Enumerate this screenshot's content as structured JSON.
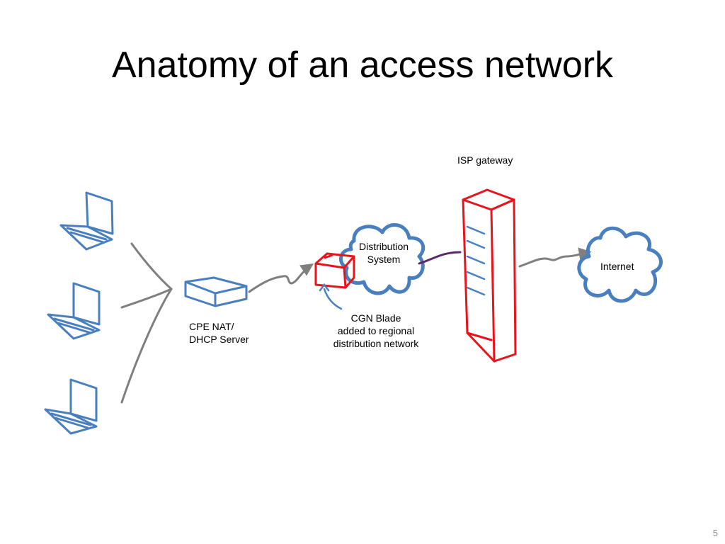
{
  "slide": {
    "title": "Anatomy of an access network",
    "page_number": "5"
  },
  "labels": {
    "isp_gateway": "ISP gateway",
    "distribution_system_line1": "Distribution",
    "distribution_system_line2": "System",
    "internet": "Internet",
    "cpe_line1": "CPE NAT/",
    "cpe_line2": "DHCP Server",
    "cgn_line1": "CGN Blade",
    "cgn_line2": "added to regional",
    "cgn_line3": "distribution network"
  },
  "colors": {
    "device_blue": "#4a7fbf",
    "cgn_red": "#e8141b",
    "link_gray": "#7f7f7f",
    "link_purple": "#5a2a6a"
  }
}
